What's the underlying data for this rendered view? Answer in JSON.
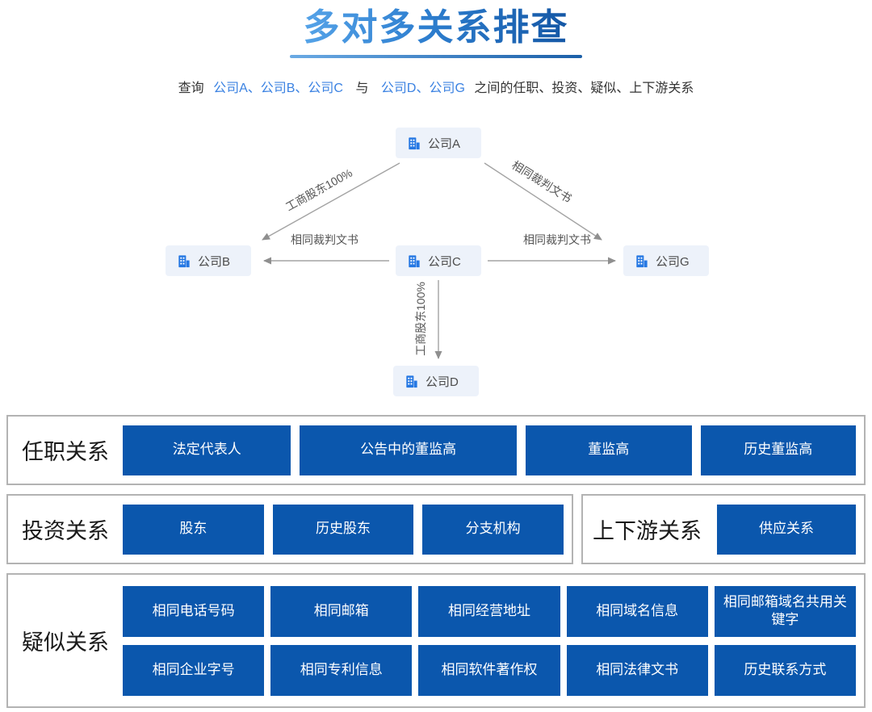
{
  "title": "多对多关系排查",
  "subtitle": {
    "prefix": "查询",
    "group1": "公司A、公司B、公司C",
    "conjunction": "与",
    "group2": "公司D、公司G",
    "suffix": "之间的任职、投资、疑似、上下游关系"
  },
  "diagram": {
    "nodes": {
      "a": {
        "label": "公司A"
      },
      "b": {
        "label": "公司B"
      },
      "c": {
        "label": "公司C"
      },
      "g": {
        "label": "公司G"
      },
      "d": {
        "label": "公司D"
      }
    },
    "edges": {
      "a_to_b": {
        "label": "工商股东100%"
      },
      "a_to_g": {
        "label": "相同裁判文书"
      },
      "c_to_b": {
        "label": "相同裁判文书"
      },
      "c_to_g": {
        "label": "相同裁判文书"
      },
      "c_to_d": {
        "label": "工商股东100%"
      }
    }
  },
  "sections": {
    "employment": {
      "label": "任职关系",
      "buttons": [
        "法定代表人",
        "公告中的董监高",
        "董监高",
        "历史董监高"
      ]
    },
    "investment": {
      "label": "投资关系",
      "buttons": [
        "股东",
        "历史股东",
        "分支机构"
      ]
    },
    "supply_chain": {
      "label": "上下游关系",
      "buttons": [
        "供应关系"
      ]
    },
    "suspected": {
      "label": "疑似关系",
      "rows": [
        [
          "相同电话号码",
          "相同邮箱",
          "相同经营地址",
          "相同域名信息",
          "相同邮箱域名共用关键字"
        ],
        [
          "相同企业字号",
          "相同专利信息",
          "相同软件著作权",
          "相同法律文书",
          "历史联系方式"
        ]
      ]
    }
  },
  "colors": {
    "button_blue": "#0b57ad",
    "title_blue_start": "#55a3e8",
    "title_blue_end": "#1457a5",
    "node_bg": "#edf2fa",
    "icon_blue": "#2678e3",
    "link_blue": "#3b82e2",
    "arrow_gray": "#a3a3a3",
    "border_gray": "#b3b3b3"
  }
}
